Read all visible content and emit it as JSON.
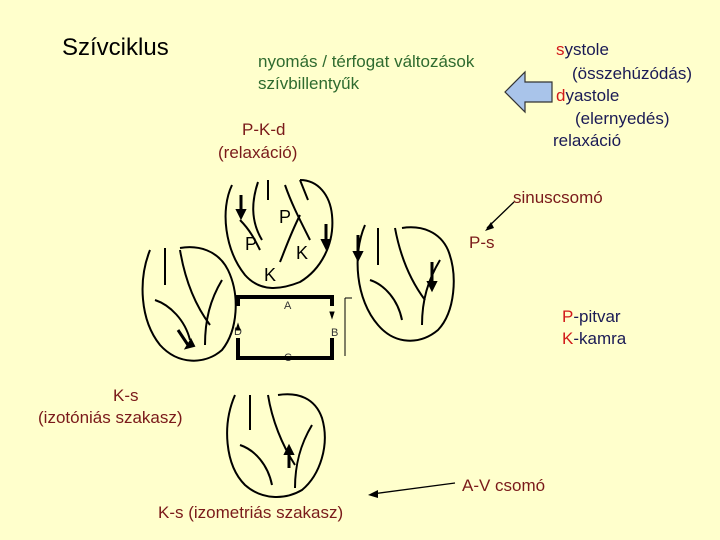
{
  "title": "Szívciklus",
  "top_note": {
    "line1": "nyomás / térfogat változások",
    "line2": "szívbillentyűk"
  },
  "phase_terms": {
    "systole_initial": "s",
    "systole_rest": "ystole",
    "systole_desc": "(összehúzódás)",
    "diastole_initial": "d",
    "diastole_rest": "yastole",
    "diastole_desc": "(elernyedés)",
    "relaxation": "relaxáció"
  },
  "pkd": {
    "line1": "P-K-d",
    "line2": "(relaxáció)"
  },
  "sinus_node": "sinuscsomó",
  "ps": "P-s",
  "legend": {
    "p_initial": "P",
    "p_rest": "-pitvar",
    "k_initial": "K",
    "k_rest": "-kamra"
  },
  "ks_isotonic": {
    "line1": "K-s",
    "line2": "(izotóniás szakasz)"
  },
  "av_node": "A-V csomó",
  "ks_isometric": "K-s (izometriás szakasz)",
  "heart_labels": {
    "p_upper": "P",
    "p_left": "P",
    "k_right": "K",
    "k_lower": "K"
  },
  "cycle_letters": {
    "a": "A",
    "b": "B",
    "c": "C",
    "d": "D"
  },
  "colors": {
    "background": "#ffffcc",
    "green_text": "#2f6b2f",
    "maroon_text": "#7a1a1a",
    "navy_text": "#1a1a55",
    "accent_red": "#d21a1a",
    "arrow_fill": "#a9c4ea"
  }
}
